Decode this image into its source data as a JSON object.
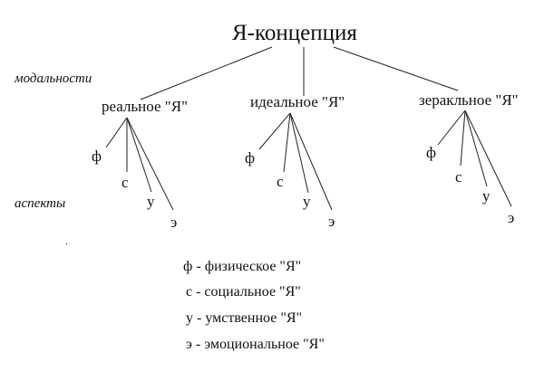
{
  "root": {
    "label": "Я-концепция"
  },
  "side_labels": {
    "modalities": "модальности",
    "aspects": "аспекты"
  },
  "modalities": [
    {
      "label": "реальное \"Я\""
    },
    {
      "label": "идеальное \"Я\""
    },
    {
      "label": "зеракльное \"Я\""
    }
  ],
  "aspect_letters": [
    "ф",
    "с",
    "у",
    "э"
  ],
  "legend": [
    {
      "text": "ф - физическое \"Я\""
    },
    {
      "text": "с - социальное \"Я\""
    },
    {
      "text": "у - умственное \"Я\""
    },
    {
      "text": "э - эмоциональное \"Я\""
    }
  ],
  "stray_mark": "."
}
